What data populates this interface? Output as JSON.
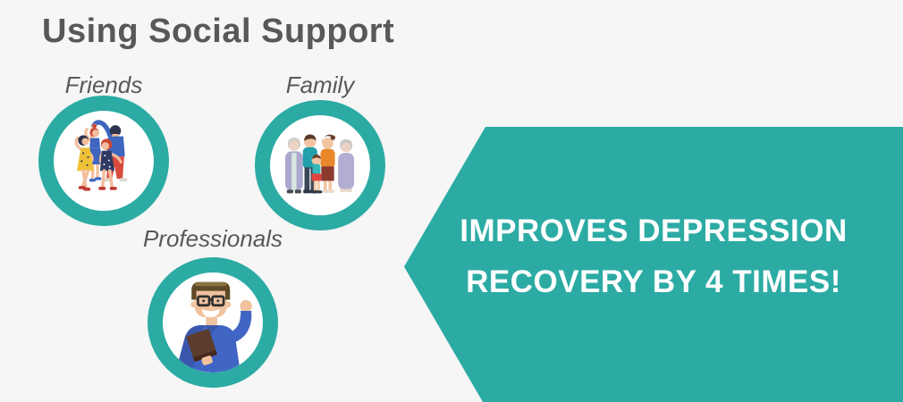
{
  "title": "Using Social Support",
  "groups": [
    {
      "label": "Friends",
      "icon": "dancing-friends-illustration"
    },
    {
      "label": "Family",
      "icon": "multigenerational-family-illustration"
    },
    {
      "label": "Professionals",
      "icon": "waving-professional-man-illustration"
    }
  ],
  "banner": {
    "shape": "left-pointing-arrow",
    "line1": "IMPROVES DEPRESSION",
    "line2": "RECOVERY BY 4 TIMES!"
  },
  "colors": {
    "teal": "#2BABA4",
    "background": "#F5F6F5",
    "text": "#57585A",
    "banner_text": "#FFFFFF"
  }
}
